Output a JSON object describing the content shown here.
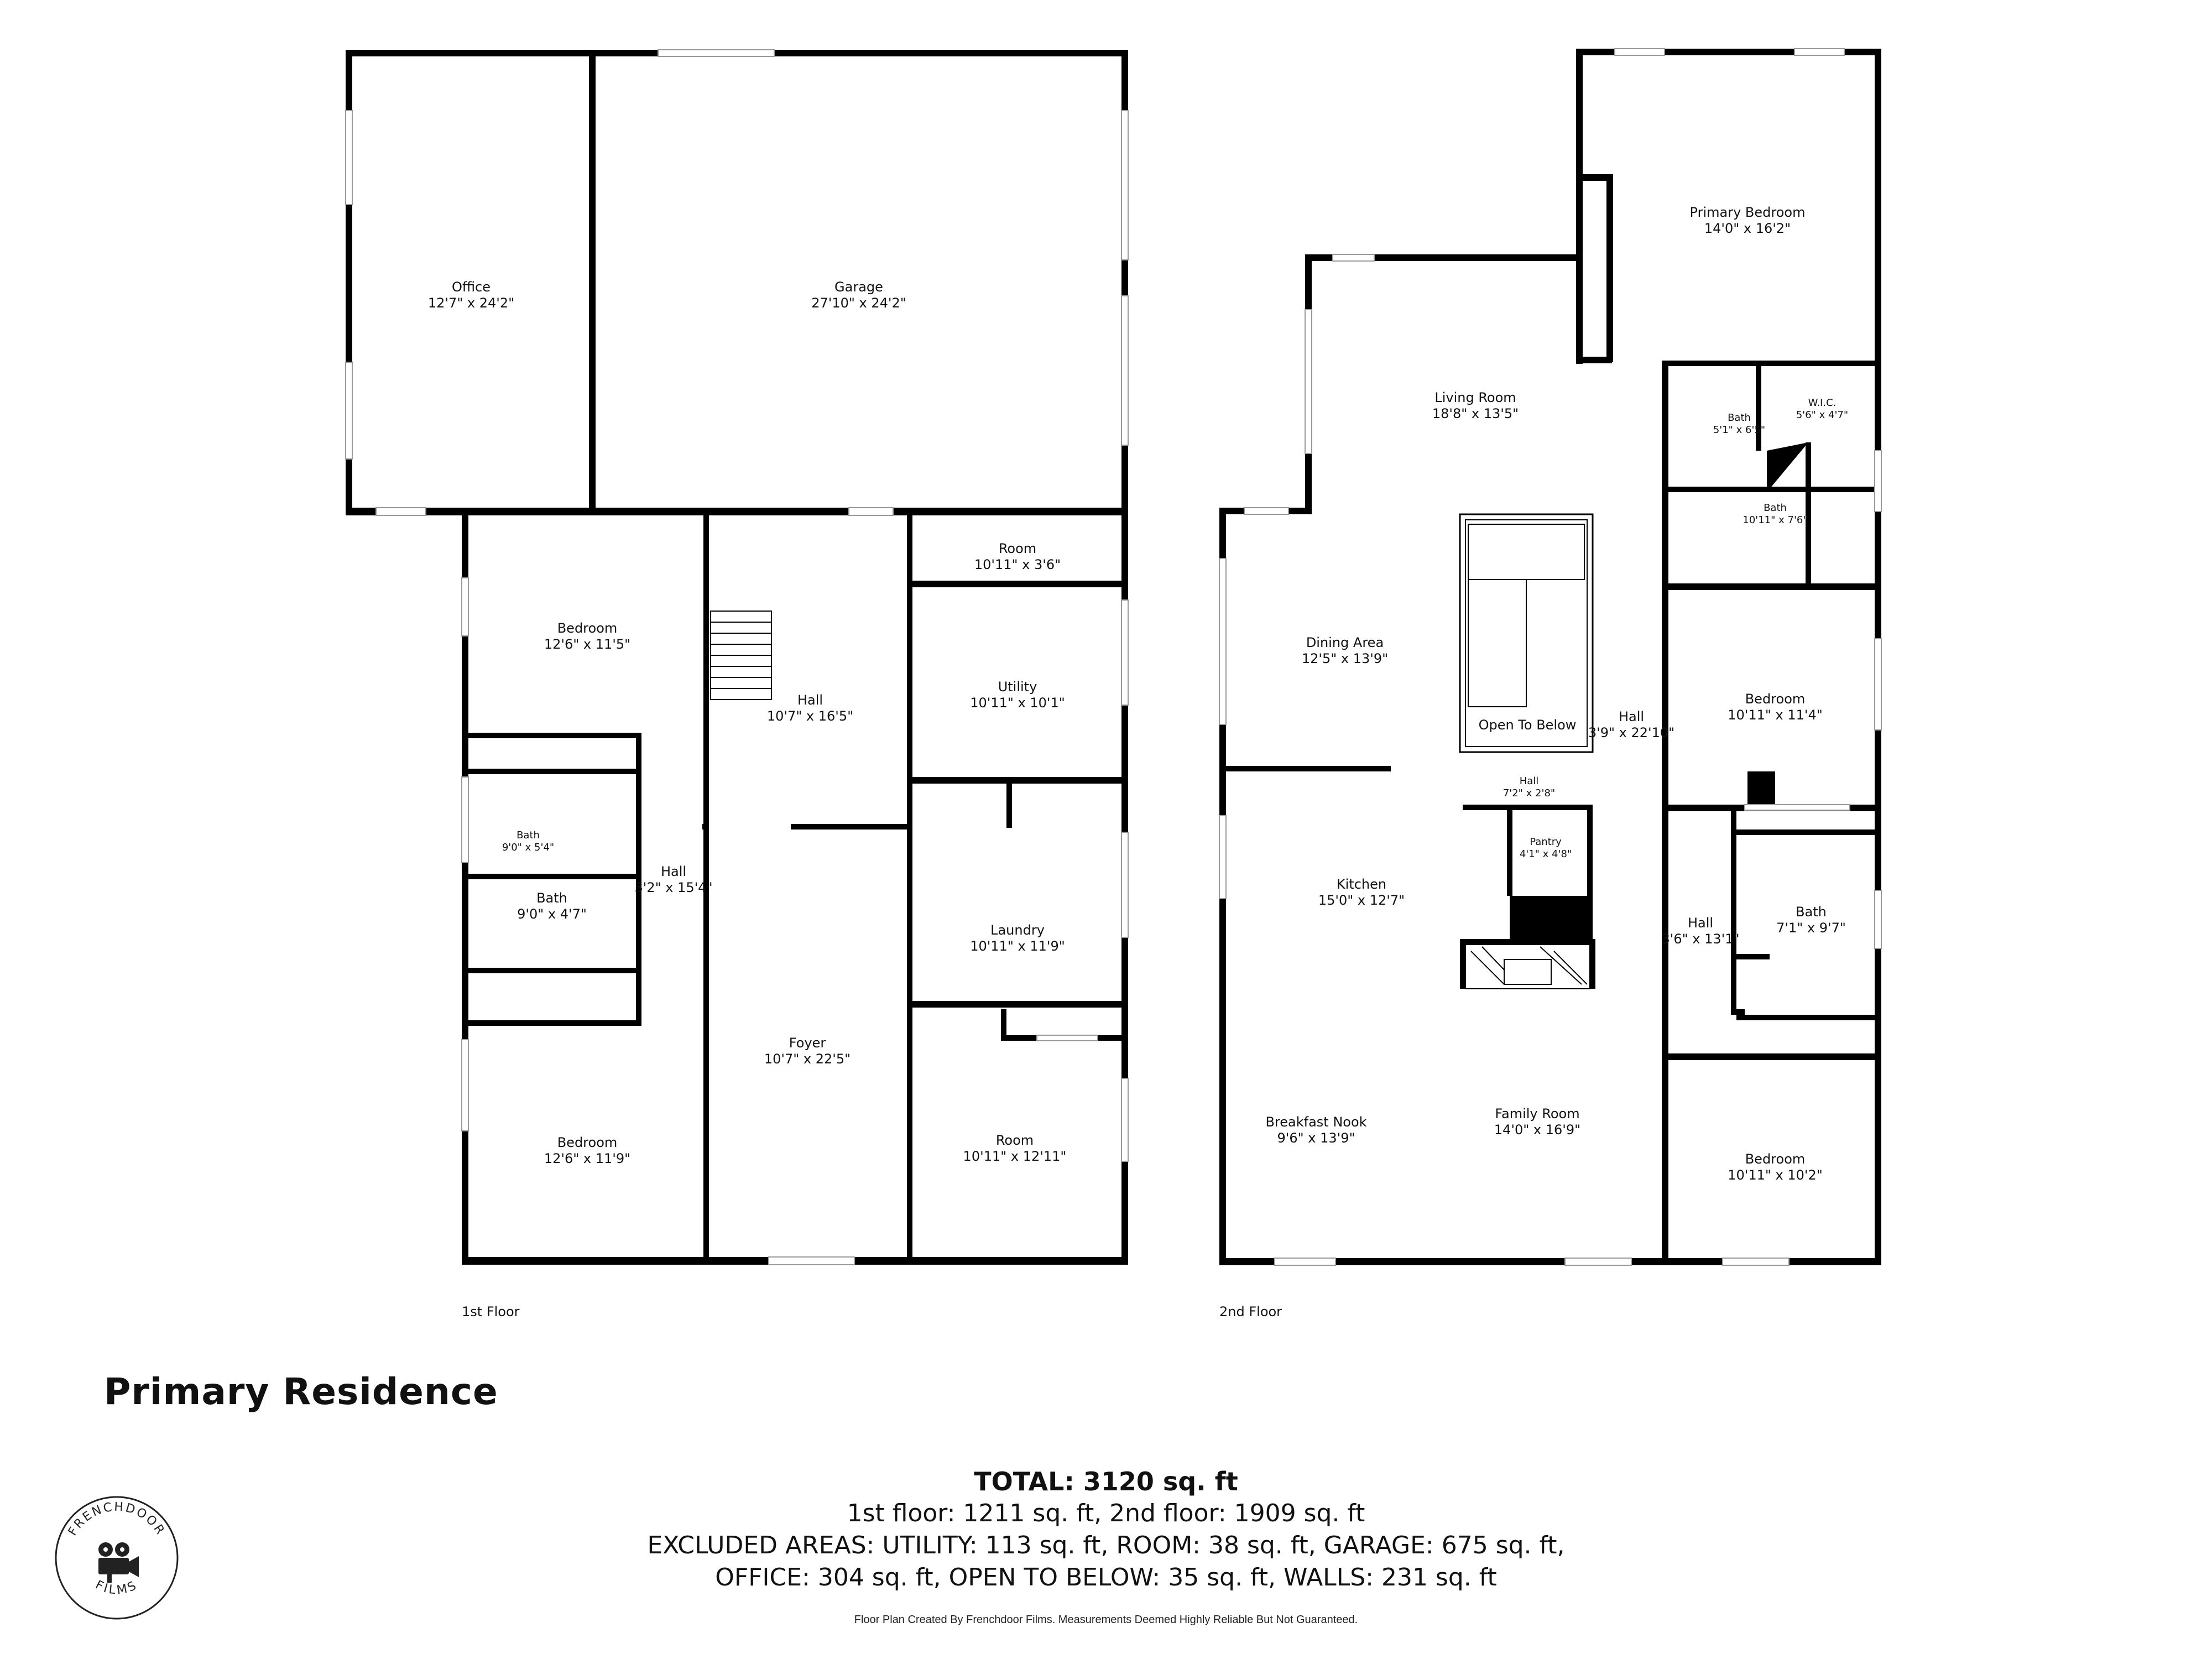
{
  "title": "Primary Residence",
  "floors": [
    {
      "label": "1st Floor"
    },
    {
      "label": "2nd Floor"
    }
  ],
  "rooms_first_floor": [
    {
      "name": "Office",
      "dims": "12'7\" x 24'2\""
    },
    {
      "name": "Garage",
      "dims": "27'10\" x 24'2\""
    },
    {
      "name": "Room",
      "dims": "10'11\" x 3'6\""
    },
    {
      "name": "Bedroom",
      "dims": "12'6\" x 11'5\""
    },
    {
      "name": "Hall",
      "dims": "10'7\" x 16'5\""
    },
    {
      "name": "Utility",
      "dims": "10'11\" x 10'1\""
    },
    {
      "name": "Bath",
      "dims": "9'0\" x 5'4\""
    },
    {
      "name": "Hall",
      "dims": "3'2\" x 15'4\""
    },
    {
      "name": "Bath",
      "dims": "9'0\" x 4'7\""
    },
    {
      "name": "Laundry",
      "dims": "10'11\" x 11'9\""
    },
    {
      "name": "Foyer",
      "dims": "10'7\" x 22'5\""
    },
    {
      "name": "Bedroom",
      "dims": "12'6\" x 11'9\""
    },
    {
      "name": "Room",
      "dims": "10'11\" x 12'11\""
    }
  ],
  "rooms_second_floor": [
    {
      "name": "Primary Bedroom",
      "dims": "14'0\" x 16'2\""
    },
    {
      "name": "Living Room",
      "dims": "18'8\" x 13'5\""
    },
    {
      "name": "Bath",
      "dims": "5'1\" x 6'5\""
    },
    {
      "name": "W.I.C.",
      "dims": "5'6\" x 4'7\""
    },
    {
      "name": "Bath",
      "dims": "10'11\" x 7'6\""
    },
    {
      "name": "Dining Area",
      "dims": "12'5\" x 13'9\""
    },
    {
      "name": "Open To Below",
      "dims": ""
    },
    {
      "name": "Hall",
      "dims": "3'9\" x 22'10\""
    },
    {
      "name": "Bedroom",
      "dims": "10'11\" x 11'4\""
    },
    {
      "name": "Hall",
      "dims": "7'2\" x 2'8\""
    },
    {
      "name": "Pantry",
      "dims": "4'1\" x 4'8\""
    },
    {
      "name": "Kitchen",
      "dims": "15'0\" x 12'7\""
    },
    {
      "name": "Hall",
      "dims": "3'6\" x 13'1\""
    },
    {
      "name": "Bath",
      "dims": "7'1\" x 9'7\""
    },
    {
      "name": "Breakfast Nook",
      "dims": "9'6\" x 13'9\""
    },
    {
      "name": "Family Room",
      "dims": "14'0\" x 16'9\""
    },
    {
      "name": "Bedroom",
      "dims": "10'11\" x 10'2\""
    }
  ],
  "summary": {
    "total": "TOTAL: 3120 sq. ft",
    "line1": "1st floor: 1211 sq. ft, 2nd floor: 1909 sq. ft",
    "line2": "EXCLUDED AREAS: UTILITY: 113 sq. ft, ROOM: 38 sq. ft, GARAGE: 675 sq. ft,",
    "line3": "OFFICE: 304 sq. ft, OPEN TO BELOW: 35 sq. ft, WALLS: 231 sq. ft"
  },
  "disclaimer": "Floor Plan Created By Frenchdoor Films. Measurements Deemed Highly Reliable But Not Guaranteed.",
  "logo": {
    "top_text": "FRENCHDOOR",
    "bottom_text": "FILMS",
    "icon": "movie-camera-icon"
  },
  "colors": {
    "wall": "#000000",
    "window": "#dcdcdc",
    "background": "#ffffff"
  }
}
